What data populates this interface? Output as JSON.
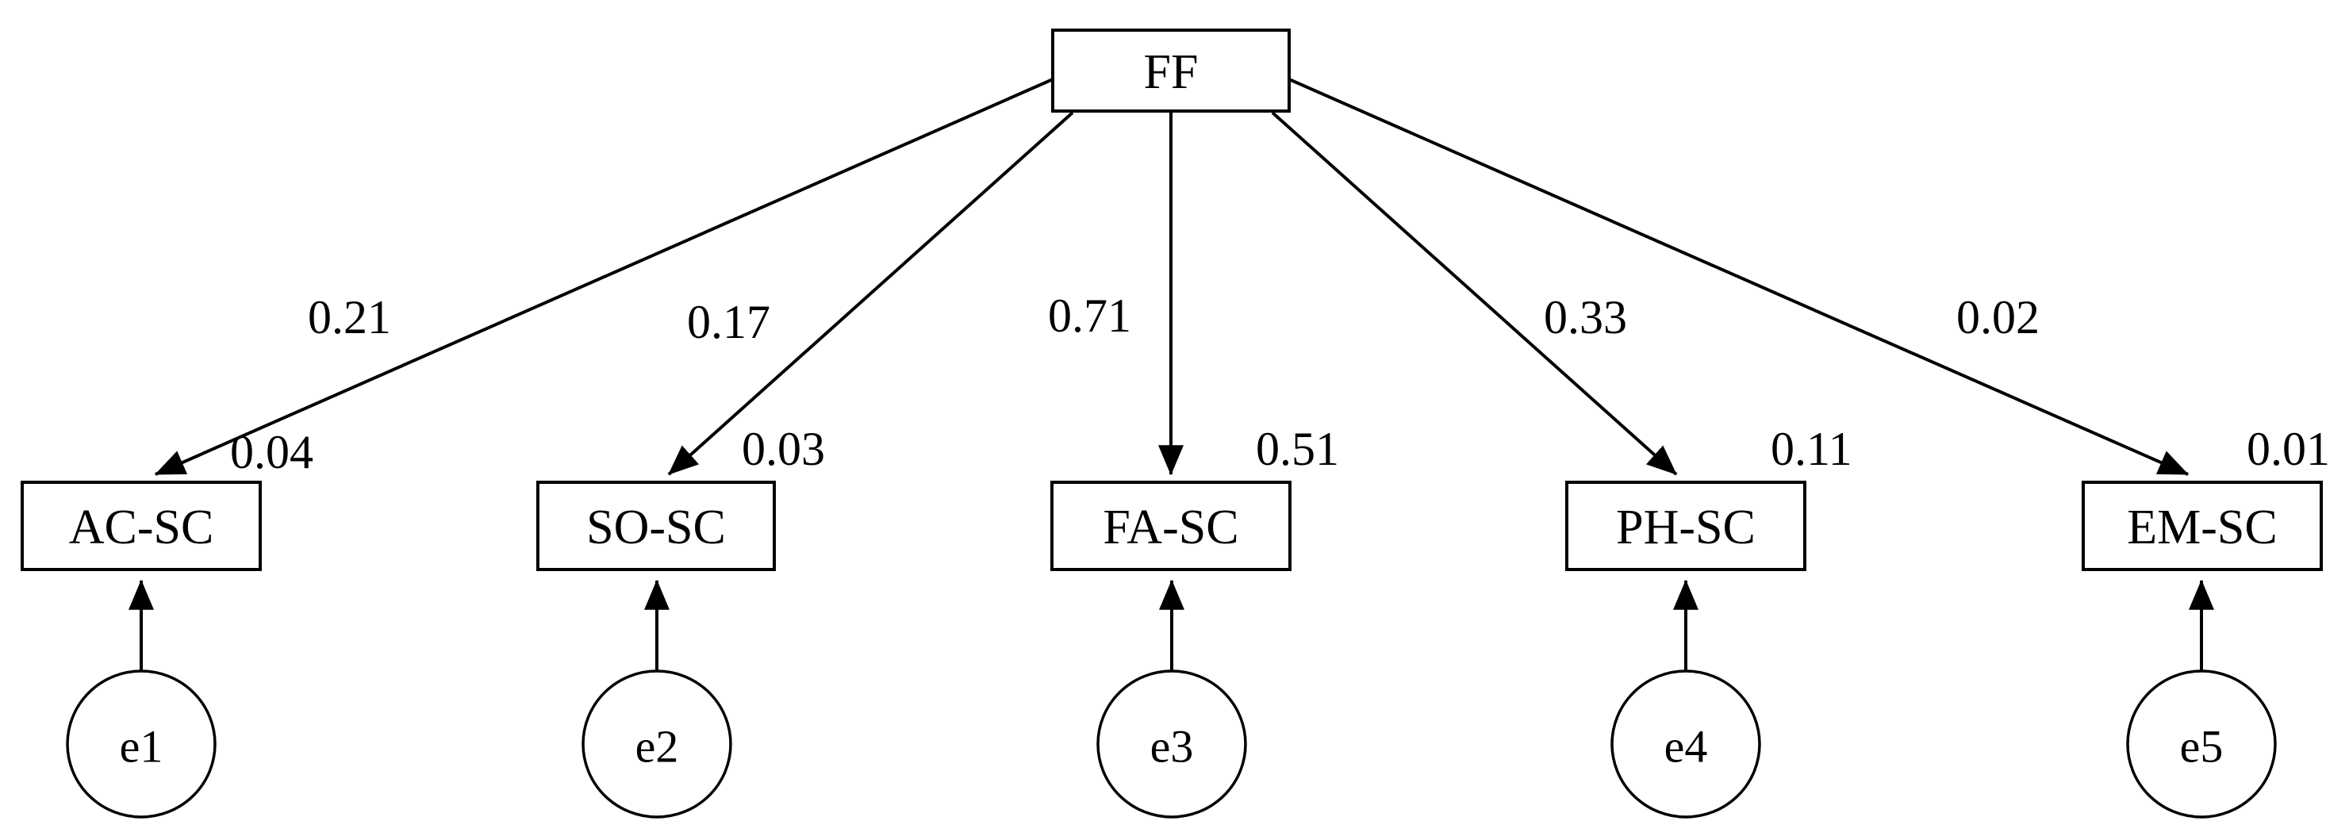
{
  "diagram": {
    "type": "sem-path-diagram",
    "background_color": "#ffffff",
    "stroke_color": "#000000",
    "latent": {
      "id": "FF",
      "label": "FF",
      "shape": "rectangle"
    },
    "indicators": [
      {
        "id": "AC-SC",
        "label": "AC-SC",
        "shape": "rectangle",
        "path_coefficient": "0.21",
        "squared_multiple_correlation": "0.04",
        "error": {
          "id": "e1",
          "label": "e1",
          "shape": "ellipse"
        }
      },
      {
        "id": "SO-SC",
        "label": "SO-SC",
        "shape": "rectangle",
        "path_coefficient": "0.17",
        "squared_multiple_correlation": "0.03",
        "error": {
          "id": "e2",
          "label": "e2",
          "shape": "ellipse"
        }
      },
      {
        "id": "FA-SC",
        "label": "FA-SC",
        "shape": "rectangle",
        "path_coefficient": "0.71",
        "squared_multiple_correlation": "0.51",
        "error": {
          "id": "e3",
          "label": "e3",
          "shape": "ellipse"
        }
      },
      {
        "id": "PH-SC",
        "label": "PH-SC",
        "shape": "rectangle",
        "path_coefficient": "0.33",
        "squared_multiple_correlation": "0.11",
        "error": {
          "id": "e4",
          "label": "e4",
          "shape": "ellipse"
        }
      },
      {
        "id": "EM-SC",
        "label": "EM-SC",
        "shape": "rectangle",
        "path_coefficient": "0.02",
        "squared_multiple_correlation": "0.01",
        "error": {
          "id": "e5",
          "label": "e5",
          "shape": "ellipse"
        }
      }
    ]
  }
}
